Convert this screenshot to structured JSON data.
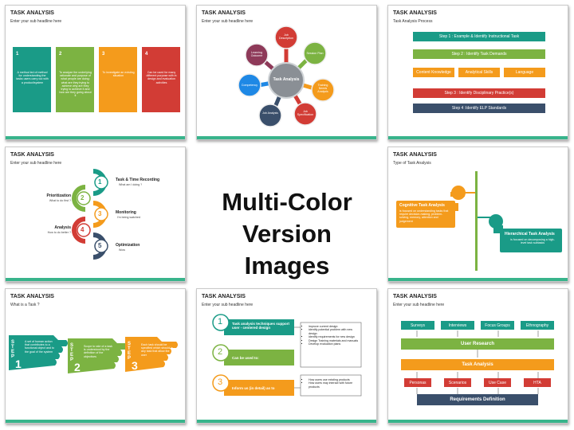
{
  "colors": {
    "green": "#38b48b",
    "teal": "#1a9b87",
    "olive": "#7cb342",
    "orange": "#f49b1c",
    "red": "#d23c35",
    "navy": "#3a4f6b"
  },
  "center": {
    "line1": "Multi-Color",
    "line2": "Version Images"
  },
  "slides": [
    {
      "title": "TASK ANALYSIS",
      "sub": "Enter your sub headline here",
      "cards": [
        {
          "num": "1",
          "text": "A method led of method for understanding the tasks users carry out with a product/system"
        },
        {
          "num": "2",
          "text": "To analyze the underlying rationale and purpose of what people are doing: what are they trying to achieve why are they trying to achieve it and how are they going about it"
        },
        {
          "num": "3",
          "text": "To investigate an existing situation"
        },
        {
          "num": "4",
          "text": "Can be used for many different purpose with in design and evaluation activities"
        }
      ]
    },
    {
      "title": "TASK ANALYSIS",
      "sub": "Enter your sub headline here",
      "hub": "Task Analysis",
      "nodes": [
        "Job Description",
        "Session Plan",
        "Training Needs Analysis",
        "Job Specification",
        "Job Analysis",
        "Competency",
        "Learning Outcome"
      ]
    },
    {
      "title": "TASK ANALYSIS",
      "sub": "Task Analysis Process",
      "steps": [
        "Step 1 : Example & Identify Instructional Task",
        "Step 2 : Identify Task Demands",
        "Step 3 : Identify Disciplinary Practice(s)",
        "Step 4 :Identify ELP Standards"
      ],
      "boxes": [
        "Content Knowledge",
        "Analytical Skills",
        "Language"
      ]
    },
    {
      "title": "TASK ANALYSIS",
      "sub": "Enter your sub headline here",
      "items": [
        {
          "num": "1",
          "label": "Task & Time Recording",
          "desc": "What am I doing ?"
        },
        {
          "num": "2",
          "label": "Prioritization",
          "desc": "What to do first ?"
        },
        {
          "num": "3",
          "label": "Monitoring",
          "desc": "I'm being watched"
        },
        {
          "num": "4",
          "label": "Analysis",
          "desc": "How to do better ?"
        },
        {
          "num": "5",
          "label": "Optimization",
          "desc": "Wow"
        }
      ]
    },
    {
      "title": "TASK ANALYSIS",
      "sub": "Type of Task Analysis",
      "types": [
        {
          "label": "Cognitive Task Analysis",
          "desc": "is focused on understanding tasks that require decision-making, problem-solving, memory, attention and judgement"
        },
        {
          "label": "Hierarchical Task Analysis",
          "desc": "is focused on decomposing a high-level task subtasks"
        }
      ]
    },
    {
      "title": "TASK ANALYSIS",
      "sub": "What is a Task ?",
      "steps": [
        {
          "word": "STEP",
          "num": "1",
          "text": "A set of human action that contributes to a functional object and to the goal of the system"
        },
        {
          "word": "STEP",
          "num": "2",
          "text": "Scope to rate of a task is understood by the definition of the objectives"
        },
        {
          "word": "STEP",
          "num": "3",
          "text": "Each task should be specified which should in any task that allow the user"
        }
      ]
    },
    {
      "title": "TASK ANALYSIS",
      "sub": "Enter your sub headline here",
      "rows": [
        {
          "num": "1",
          "text": "Task analysis techniques support user - centered design"
        },
        {
          "num": "2",
          "text": "Can  be used to:"
        },
        {
          "num": "3",
          "text": "Inform us (in detail) as to"
        }
      ],
      "bullets1": [
        "improve current design",
        "identify potential problem with new design",
        "identify requirements for new design",
        "Design Training materials and manuals",
        "Develop evaluation plans"
      ],
      "bullets2": [
        "How users use existing products",
        "How users may interact with future products"
      ]
    },
    {
      "title": "TASK ANALYSIS",
      "sub": "Enter your sub headline here",
      "top": [
        "Surveys",
        "Interviews",
        "Focus Groups",
        "Ethnography"
      ],
      "research": "User Research",
      "analysis": "Task Analysis",
      "bottom": [
        "Personas",
        "Scenarios",
        "Use Case",
        "HTA"
      ],
      "req": "Requirements  Definition"
    }
  ]
}
